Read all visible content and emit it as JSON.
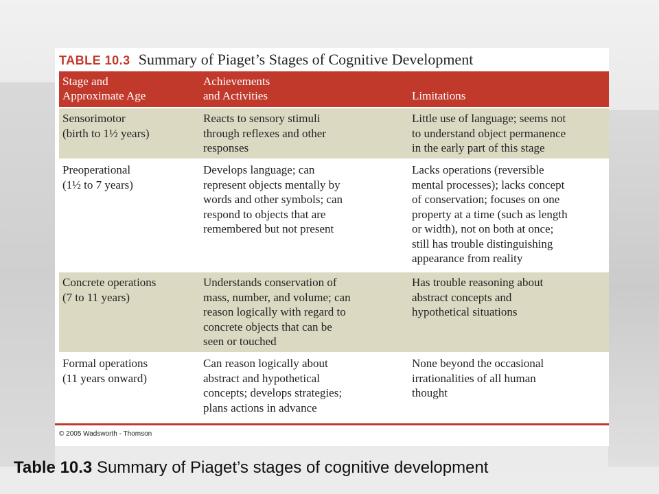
{
  "table": {
    "number": "TABLE 10.3",
    "title": "Summary of Piaget’s Stages of Cognitive Development",
    "headers": {
      "stage": "Stage and\nApproximate Age",
      "achievements": "Achievements\nand Activities",
      "limitations": "Limitations"
    },
    "rows": [
      {
        "stage": "Sensorimotor\n(birth to 1½ years)",
        "achievements": "Reacts to sensory stimuli\nthrough reflexes and other\nresponses",
        "limitations": "Little use of language; seems not\nto understand object permanence\nin the early part of this stage"
      },
      {
        "stage": "Preoperational\n(1½  to 7 years)",
        "achievements": "Develops language; can\nrepresent objects mentally by\nwords and other symbols; can\nrespond to objects that are\nremembered but not present",
        "limitations": "Lacks operations (reversible\nmental processes); lacks concept\nof conservation; focuses on one\nproperty at a time (such as length\nor width), not on both at once;\nstill has trouble distinguishing\nappearance from reality"
      },
      {
        "stage": "Concrete operations\n(7 to 11 years)",
        "achievements": "Understands conservation of\nmass, number, and volume; can\nreason logically with regard to\nconcrete objects that can be\nseen or touched",
        "limitations": "Has trouble reasoning about\nabstract concepts and\nhypothetical situations"
      },
      {
        "stage": "Formal operations\n(11 years onward)",
        "achievements": "Can reason logically about\nabstract and hypothetical\nconcepts; develops strategies;\nplans actions in advance",
        "limitations": "None beyond the occasional\nirrationalities of all human\nthought"
      }
    ],
    "copyright": "© 2005 Wadsworth - Thomson"
  },
  "caption": {
    "label": "Table 10.3",
    "text": " Summary of Piaget’s stages of cognitive development"
  },
  "colors": {
    "accent": "#c0392b",
    "shade": "#dcd9c2"
  }
}
